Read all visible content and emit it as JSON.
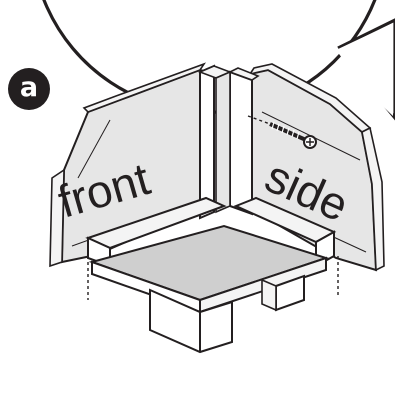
{
  "step_label": "a",
  "labels": {
    "front": "front",
    "side": "side"
  },
  "colors": {
    "ink": "#231f20",
    "panel": "#e6e6e6",
    "board": "#f4f4f4",
    "floor": "#cfcfcf",
    "paper": "#ffffff"
  }
}
